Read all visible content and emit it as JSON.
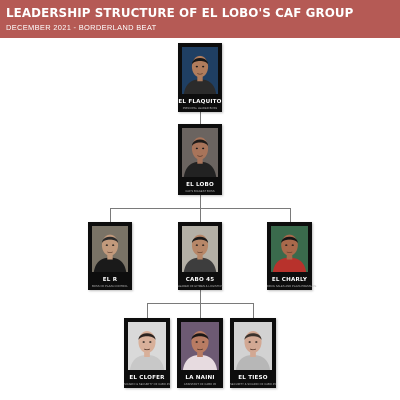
{
  "header": {
    "title": "LEADERSHIP STRUCTURE OF EL LOBO'S CAF GROUP",
    "subtitle": "DECEMBER 2021 - BORDERLAND BEAT",
    "color": "#b55a55"
  },
  "members": [
    {
      "name": "EL FLAQUITO",
      "role": "PRINCIPAL LEADER BOSS",
      "photo": {
        "bg": "#1f3f63",
        "skin": "#b07c5c",
        "hair": "#161616",
        "shirt": "#2b2b2b"
      }
    },
    {
      "name": "EL LOBO",
      "role": "CAF'S BIGGEST BOSS",
      "photo": {
        "bg": "#6b6460",
        "skin": "#a8745a",
        "hair": "#1d1a18",
        "shirt": "#222222"
      }
    },
    {
      "name": "EL R",
      "role": "BOSS OF PLAZA CONTROL",
      "photo": {
        "bg": "#7a7366",
        "skin": "#c29a7c",
        "hair": "#2a2a2a",
        "shirt": "#1a1a1a"
      }
    },
    {
      "name": "CABO 45",
      "role": "LEADER OF HITMEN & LOGISTICS",
      "photo": {
        "bg": "#b4b0a6",
        "skin": "#b78768",
        "hair": "#1a1a1a",
        "shirt": "#3d3d3d"
      }
    },
    {
      "name": "EL CHARLY",
      "role": "DRUG SALES AND PLAZA PRESSURE",
      "photo": {
        "bg": "#3a6a4c",
        "skin": "#a9694b",
        "hair": "#161616",
        "shirt": "#b8322c"
      }
    },
    {
      "name": "EL CLOFER",
      "role": "SICARIO & SECURITY OF CABO 45",
      "photo": {
        "bg": "#d9d9d9",
        "skin": "#d8b09a",
        "hair": "#2b2320",
        "shirt": "#c8c8c8"
      }
    },
    {
      "name": "LA NAINI",
      "role": "ASSISTANT OF CABO 45",
      "photo": {
        "bg": "#6d5a73",
        "skin": "#b97c63",
        "hair": "#1b1716",
        "shirt": "#e7dbe0"
      }
    },
    {
      "name": "EL TIESO",
      "role": "SECURITY & SICARIO OF CABO 45",
      "photo": {
        "bg": "#d2d2d2",
        "skin": "#d2a893",
        "hair": "#3b322c",
        "shirt": "#b7b7b7"
      }
    }
  ]
}
